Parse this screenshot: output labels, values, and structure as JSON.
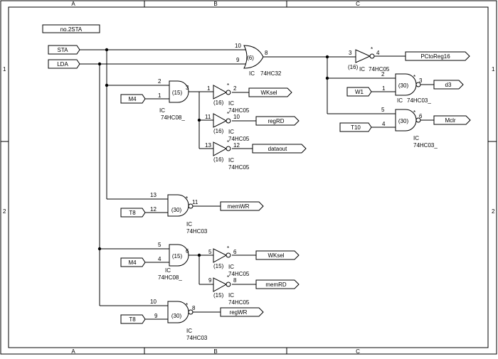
{
  "title_block": "no.2STA",
  "zones": {
    "cols": [
      "A",
      "B",
      "C"
    ],
    "rows": [
      "1",
      "2"
    ]
  },
  "inputs": {
    "sta": "STA",
    "lda": "LDA",
    "m4_a": "M4",
    "m4_b": "M4",
    "t8_a": "T8",
    "t8_b": "T8",
    "w1": "W1",
    "t10": "T10"
  },
  "outputs": {
    "pctoreg16": "PCtoReg16",
    "d3": "d3",
    "mclr": "Mclr",
    "wksel_a": "WKsel",
    "regrd": "regRD",
    "dataout": "dataout",
    "memwr": "memWR",
    "wksel_b": "WKsel",
    "memrd": "memRD",
    "regwr": "regWR"
  },
  "parts": {
    "or_main": {
      "unit": "(6)",
      "ic": "IC",
      "type": "74HC32",
      "in1": "10",
      "in2": "9",
      "out": "8"
    },
    "not_pc": {
      "unit": "(16)",
      "ic": "IC",
      "type": "74HC05",
      "in": "3",
      "out": "4"
    },
    "nand_d3": {
      "unit": "(30)",
      "ic": "IC",
      "type": "74HC03_",
      "in1": "2",
      "in2": "1",
      "out": "3"
    },
    "nand_mclr": {
      "unit": "(30)",
      "ic": "IC",
      "type": "74HC03_",
      "in1": "5",
      "in2": "4",
      "out": "6"
    },
    "and_sta": {
      "unit": "(15)",
      "ic": "IC",
      "type": "74HC08_",
      "in1": "2",
      "in2": "1",
      "out": "3"
    },
    "not_wk1": {
      "unit": "(16)",
      "ic": "IC",
      "type": "74HC05",
      "in": "1",
      "out": "2"
    },
    "not_regrd": {
      "unit": "(16)",
      "ic": "IC",
      "type": "74HC05",
      "in": "11",
      "out": "10"
    },
    "not_dout": {
      "unit": "(16)",
      "ic": "IC",
      "type": "74HC05",
      "in": "13",
      "out": "12"
    },
    "nand_memwr": {
      "unit": "(30)",
      "ic": "IC",
      "type": "74HC03",
      "in1": "13",
      "in2": "12",
      "out": "11"
    },
    "and_lda": {
      "unit": "(15)",
      "ic": "IC",
      "type": "74HC08_",
      "in1": "5",
      "in2": "4",
      "out": "6"
    },
    "not_wk2": {
      "unit": "(15)",
      "ic": "IC",
      "type": "74HC05",
      "in": "5",
      "out": "6"
    },
    "not_memrd": {
      "unit": "(15)",
      "ic": "IC",
      "type": "74HC05",
      "in": "9",
      "out": "8"
    },
    "nand_regwr": {
      "unit": "(30)",
      "ic": "IC",
      "type": "74HC03",
      "in1": "10",
      "in2": "9",
      "out": "8"
    }
  },
  "open_collector_mark": "*"
}
